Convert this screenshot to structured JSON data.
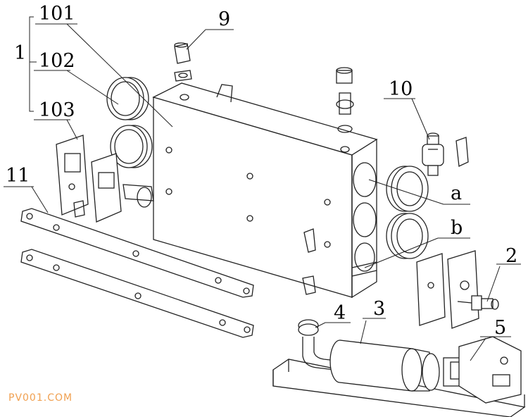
{
  "labels": {
    "l1": "1",
    "l101": "101",
    "l102": "102",
    "l103": "103",
    "l9": "9",
    "l10": "10",
    "la": "a",
    "lb": "b",
    "l11": "11",
    "l2": "2",
    "l3": "3",
    "l4": "4",
    "l5": "5"
  },
  "watermark": "PV001.COM"
}
